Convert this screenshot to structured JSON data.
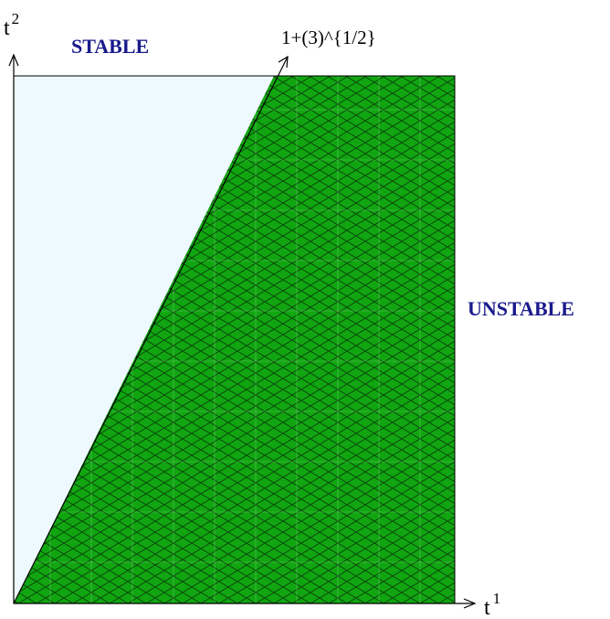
{
  "colors": {
    "stable_fill": "#eef8ff",
    "unstable_fill": "#11a611",
    "hatch": "#0a4d0a",
    "grid": "#7ccf7c",
    "region_label": "#1a1a8c",
    "axes": "#000000"
  },
  "axes": {
    "y_label_base": "t",
    "y_label_sup": "2",
    "x_label_base": "t",
    "x_label_sup": "1",
    "boundary_label": "1+(3)^{1/2}"
  },
  "regions": {
    "stable_label": "STABLE",
    "unstable_label": "UNSTABLE"
  }
}
